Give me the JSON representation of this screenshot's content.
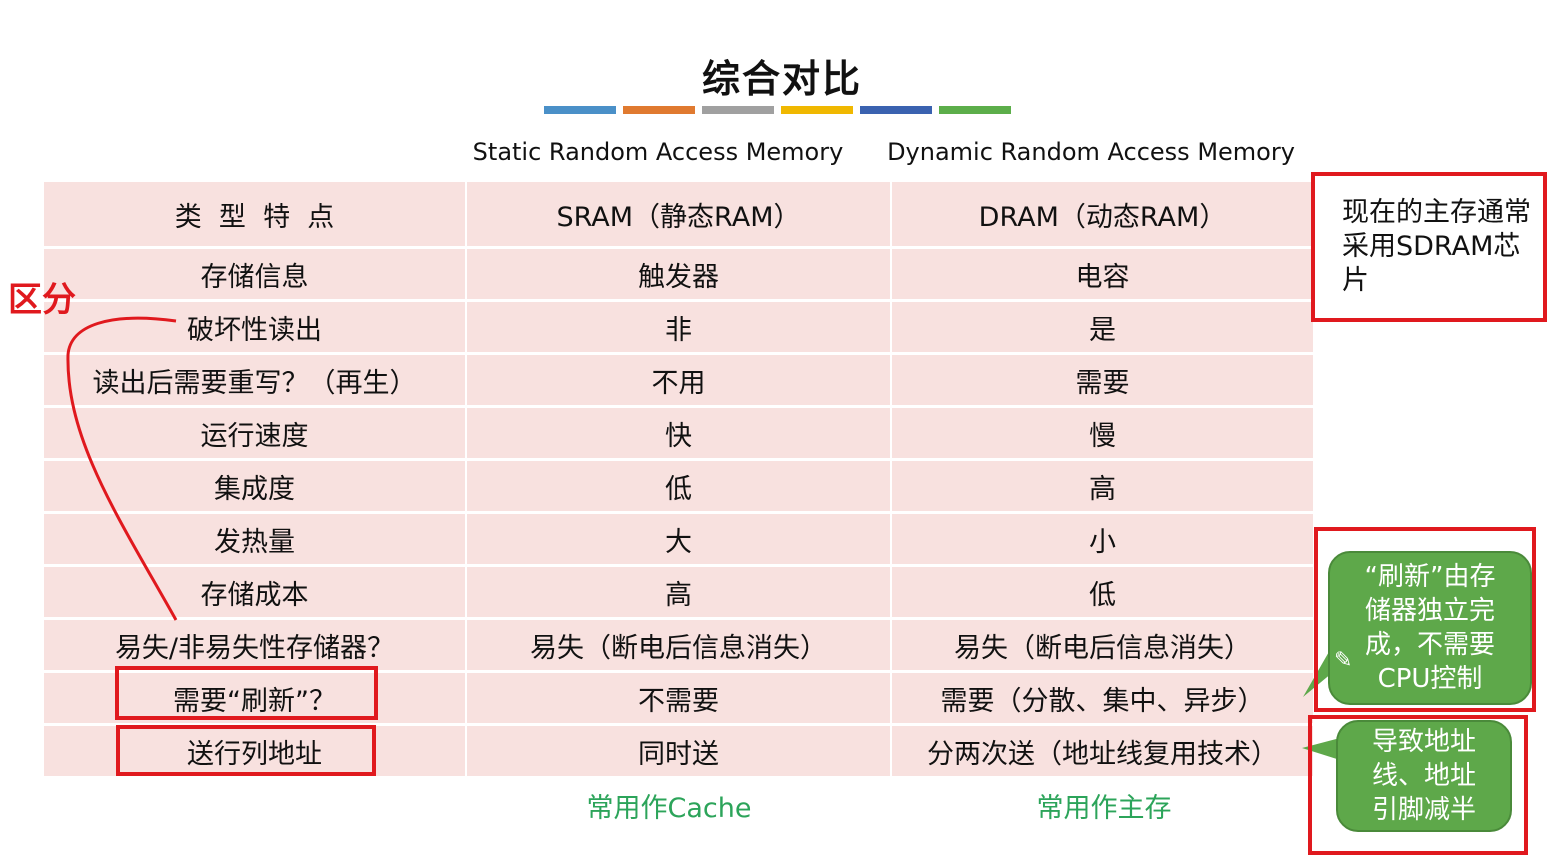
{
  "title": "综合对比",
  "title_bar_colors": [
    "#4a90c8",
    "#e07a30",
    "#a0a0a0",
    "#f0b800",
    "#3a62b0",
    "#5cae4a"
  ],
  "column_captions": {
    "sram": "Static Random Access Memory",
    "dram": "Dynamic Random Access Memory"
  },
  "table": {
    "header": [
      "类  型  特  点",
      "SRAM（静态RAM）",
      "DRAM（动态RAM）"
    ],
    "rows": [
      [
        "存储信息",
        "触发器",
        "电容"
      ],
      [
        "破坏性读出",
        "非",
        "是"
      ],
      [
        "读出后需要重写？（再生）",
        "不用",
        "需要"
      ],
      [
        "运行速度",
        "快",
        "慢"
      ],
      [
        "集成度",
        "低",
        "高"
      ],
      [
        "发热量",
        "大",
        "小"
      ],
      [
        "存储成本",
        "高",
        "低"
      ],
      [
        "易失/非易失性存储器？",
        "易失（断电后信息消失）",
        "易失（断电后信息消失）"
      ],
      [
        "需要“刷新”？",
        "不需要",
        "需要（分散、集中、异步）"
      ],
      [
        "送行列地址",
        "同时送",
        "分两次送（地址线复用技术）"
      ]
    ]
  },
  "below_labels": {
    "sram": "常用作Cache",
    "dram": "常用作主存"
  },
  "annotations": {
    "distinguish": "区分",
    "sdram_note": "现在的主存通常采用SDRAM芯片",
    "refresh_bubble": "“刷新”由存储器独立完成，不需要CPU控制",
    "address_bubble": "导致地址线、地址引脚减半"
  },
  "colors": {
    "cell_bg": "#f8e1df",
    "highlight_red": "#e0191e",
    "usage_green": "#2ca45a",
    "bubble_green": "#5ea84a"
  }
}
